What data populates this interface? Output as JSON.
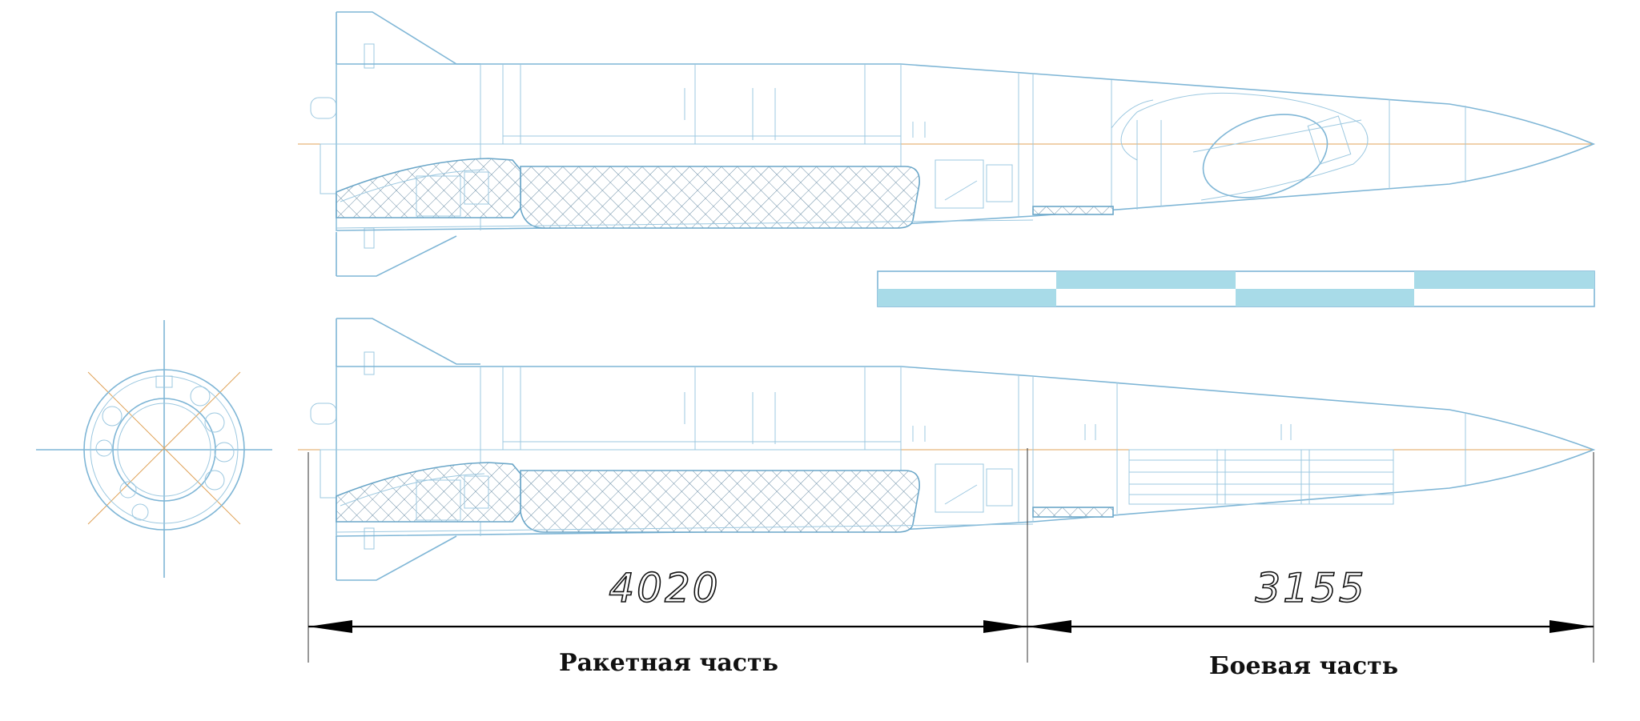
{
  "dimensions": {
    "rocket_part_length": "4020",
    "warhead_length": "3155"
  },
  "captions": {
    "rocket_part": "Ракетная часть",
    "warhead_part": "Боевая часть"
  },
  "colors": {
    "outline": "#7fb6d6",
    "axis": "#e0a35a",
    "scale_bar": "#a8dbe8",
    "dimension": "#000000"
  },
  "icons": {
    "arrowhead": "filled-triangle",
    "hatch": "cross-hatch"
  }
}
